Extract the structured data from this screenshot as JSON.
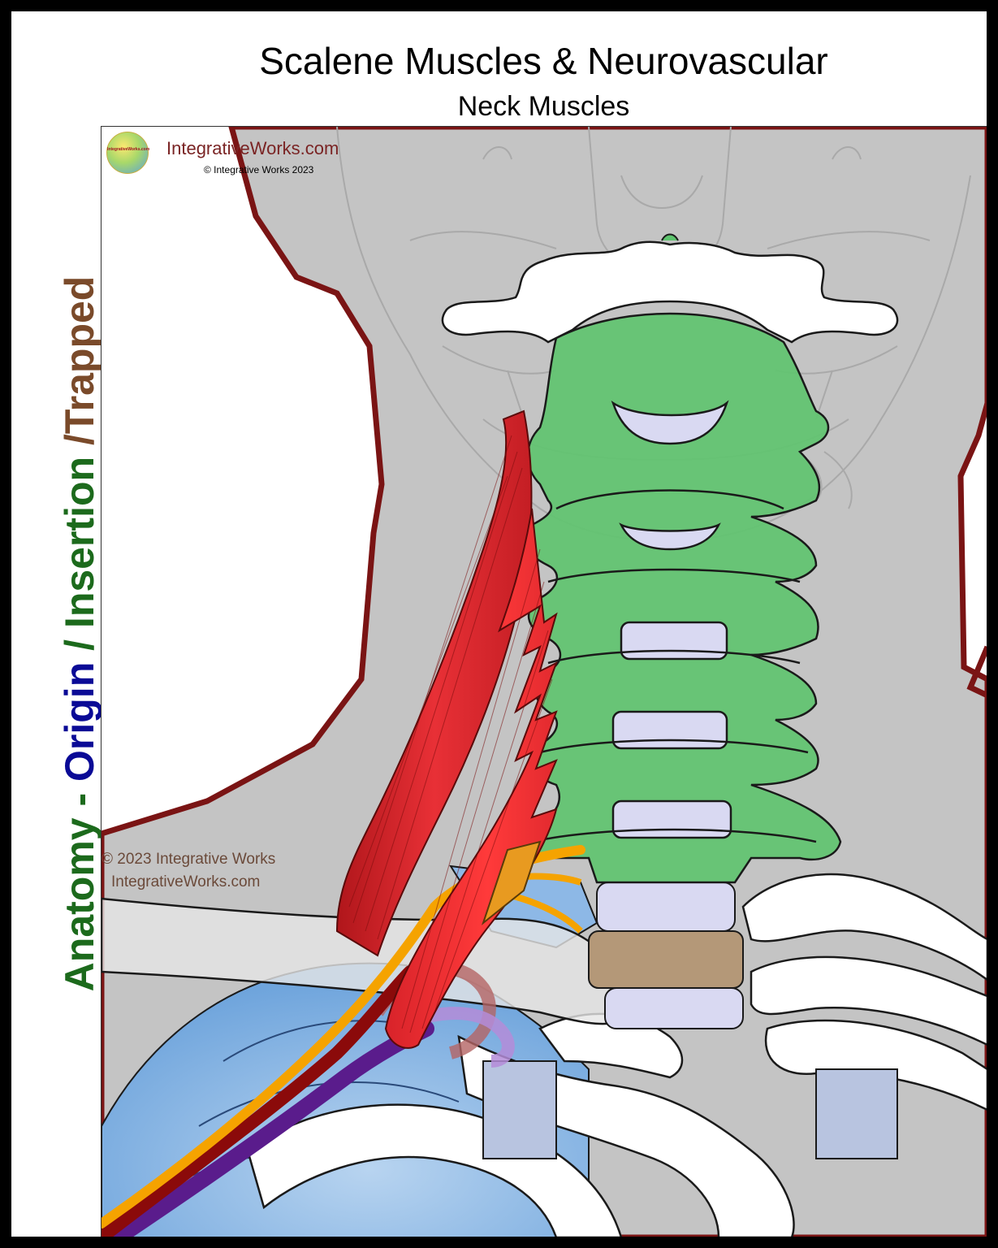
{
  "header": {
    "title": "Scalene Muscles & Neurovascular",
    "subtitle": "Neck Muscles"
  },
  "side_label": {
    "part1": "Anatomy - ",
    "part2": "Origin",
    "part3": " / ",
    "part4": "Insertion",
    "part5": " /Trapped"
  },
  "brand": {
    "logo_text": "IntegrativeWorks.com",
    "name": "IntegrativeWorks.com",
    "copyright": "© Integrative Works 2023"
  },
  "watermark": {
    "line1": "© 2023 Integrative Works",
    "line2": "IntegrativeWorks.com"
  },
  "colors": {
    "vertebrae": "#5ec46e",
    "muscle": "#e0262b",
    "nerve": "#f5a300",
    "artery": "#8b0a0a",
    "vein": "#5a1c8c",
    "body_outline": "#7a1414",
    "lung": "#7aaee0",
    "skin_gray": "#c4c4c4"
  }
}
